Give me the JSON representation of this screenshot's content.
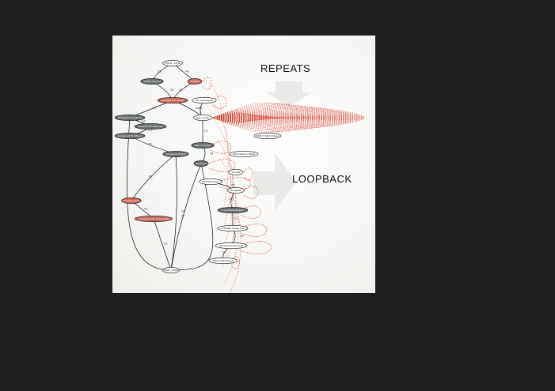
{
  "labels": {
    "repeats": "REPEATS",
    "loopback": "LOOPBACK"
  },
  "colors": {
    "background": "#1f1e1f",
    "panel": "#fbfbfa",
    "edge": "#111111",
    "loop_edge": "#d23a28",
    "node_dark": "#6a7070",
    "node_red": "#c96a5c",
    "node_light": "#ffffff"
  },
  "nodes": [
    {
      "id": "initial_state",
      "label": "INITIAL_STATE",
      "style": "light"
    },
    {
      "id": "quality_check",
      "label": "Quality Checked",
      "style": "dark"
    },
    {
      "id": "available",
      "label": "Available",
      "style": "red"
    },
    {
      "id": "accepted_offer",
      "label": "Accepted UTL offered",
      "style": "red"
    },
    {
      "id": "not_yet_assigned",
      "label": "Not Yet Assigned",
      "style": "light"
    },
    {
      "id": "compare_offer",
      "label": "Compared UTL Offered",
      "style": "dark"
    },
    {
      "id": "accepted_rec",
      "label": "Accepted UTL Recorded",
      "style": "dark"
    },
    {
      "id": "compared_utl_offered",
      "label": "Compared UTL Offered",
      "style": "dark"
    },
    {
      "id": "step_1_order",
      "label": "Step 1 Order",
      "style": "light"
    },
    {
      "id": "exact_info",
      "label": "EXACT INFO Ordered",
      "style": "light"
    },
    {
      "id": "accepted_utl_sent",
      "label": "Accepted UTL Sent",
      "style": "dark"
    },
    {
      "id": "step_1_finished",
      "label": "Step 1 Finished",
      "style": "dark"
    },
    {
      "id": "ic_address_ordered",
      "label": "CPS Address Ordered",
      "style": "light"
    },
    {
      "id": "unordered",
      "label": "Unordered",
      "style": "dark"
    },
    {
      "id": "on_hold",
      "label": "On Hold",
      "style": "light"
    },
    {
      "id": "info_processing",
      "label": "INFO Processing",
      "style": "light"
    },
    {
      "id": "re_validate",
      "label": "Re-Validate",
      "style": "light"
    },
    {
      "id": "rejected_once",
      "label": "Rejected Once",
      "style": "red"
    },
    {
      "id": "info_address_entered",
      "label": "Info Address Entered",
      "style": "dark"
    },
    {
      "id": "completed_utl",
      "label": "Completed UTL Reformatted",
      "style": "red"
    },
    {
      "id": "ltr_back_to_step_1",
      "label": "LTR Back to Step One",
      "style": "light"
    },
    {
      "id": "isn_address_accounted",
      "label": "ISN Address Accounted",
      "style": "light"
    },
    {
      "id": "isn_contract_signed",
      "label": "ISN Contract Signed",
      "style": "light"
    },
    {
      "id": "final_state",
      "label": "FINAL_STATE",
      "style": "light"
    }
  ],
  "edges": [
    {
      "from": "initial_state",
      "to": "quality_check",
      "label": "3.5"
    },
    {
      "from": "initial_state",
      "to": "available",
      "label": "4.8"
    },
    {
      "from": "quality_check",
      "to": "accepted_offer",
      "label": "3.3"
    },
    {
      "from": "available",
      "to": "accepted_offer",
      "label": "2.1"
    },
    {
      "from": "accepted_offer",
      "to": "compare_offer",
      "label": "0.7"
    },
    {
      "from": "accepted_offer",
      "to": "step_1_order",
      "label": "4.0"
    },
    {
      "from": "not_yet_assigned",
      "to": "step_1_order",
      "label": "1.5"
    },
    {
      "from": "compare_offer",
      "to": "accepted_rec",
      "label": "1.0"
    },
    {
      "from": "accepted_rec",
      "to": "compared_utl_offered",
      "label": "1.3"
    },
    {
      "from": "compared_utl_offered",
      "to": "accepted_utl_sent",
      "label": "2.5"
    },
    {
      "from": "step_1_order",
      "to": "step_1_finished",
      "label": "1.9"
    },
    {
      "from": "step_1_finished",
      "to": "unordered",
      "label": "0.4"
    },
    {
      "from": "accepted_utl_sent",
      "to": "rejected_once",
      "label": "0.8"
    },
    {
      "from": "rejected_once",
      "to": "completed_utl",
      "label": "0.2"
    },
    {
      "from": "accepted_utl_sent",
      "to": "final_state",
      "label": "3.4"
    },
    {
      "from": "unordered",
      "to": "final_state",
      "label": "4.7"
    },
    {
      "from": "completed_utl",
      "to": "final_state",
      "label": "2.2"
    },
    {
      "from": "info_processing",
      "to": "re_validate",
      "label": "0.5"
    },
    {
      "from": "re_validate",
      "to": "info_address_entered",
      "label": "0.6"
    },
    {
      "from": "info_address_entered",
      "to": "ltr_back_to_step_1",
      "label": "1.1"
    },
    {
      "from": "ltr_back_to_step_1",
      "to": "isn_address_accounted",
      "label": "0.9"
    },
    {
      "from": "isn_address_accounted",
      "to": "isn_contract_signed",
      "label": "0.3"
    }
  ]
}
